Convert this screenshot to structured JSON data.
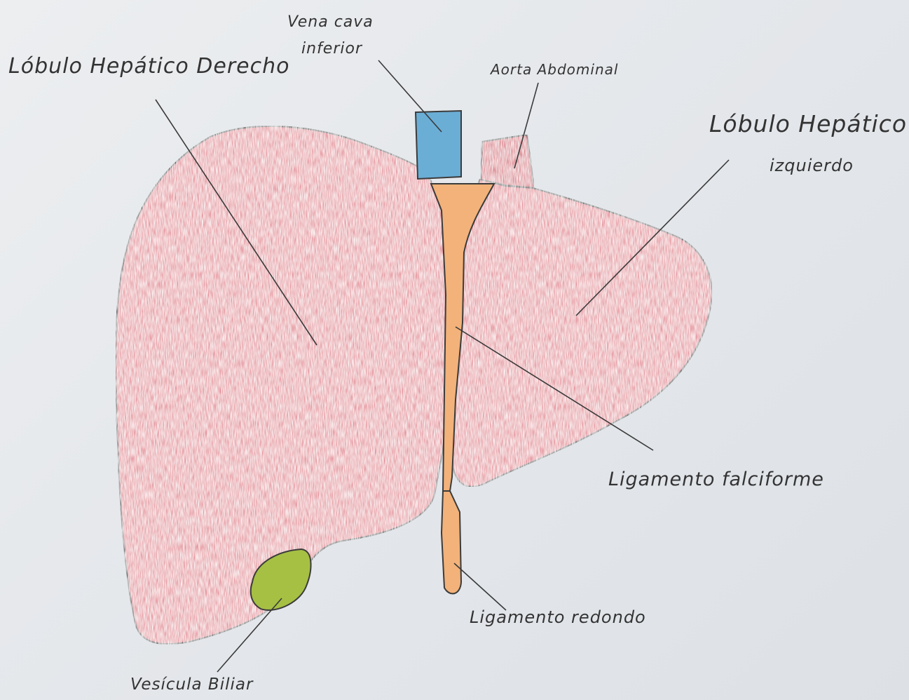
{
  "labels": {
    "right_lobe": "Lóbulo Hepático Derecho",
    "ivc_line1": "Vena cava",
    "ivc_line2": "inferior",
    "aorta": "Aorta Abdominal",
    "left_lobe_line1": "Lóbulo Hepático",
    "left_lobe_line2": "izquierdo",
    "falciform": "Ligamento falciforme",
    "round": "Ligamento redondo",
    "gallbladder": "Vesícula Biliar"
  },
  "colors": {
    "liver": "#e48a94",
    "liver_dark": "#d9737f",
    "vena_cava": "#6aaed6",
    "ligament": "#f2b27a",
    "gallbladder": "#a6c044",
    "paper": "#e6e9ec"
  }
}
